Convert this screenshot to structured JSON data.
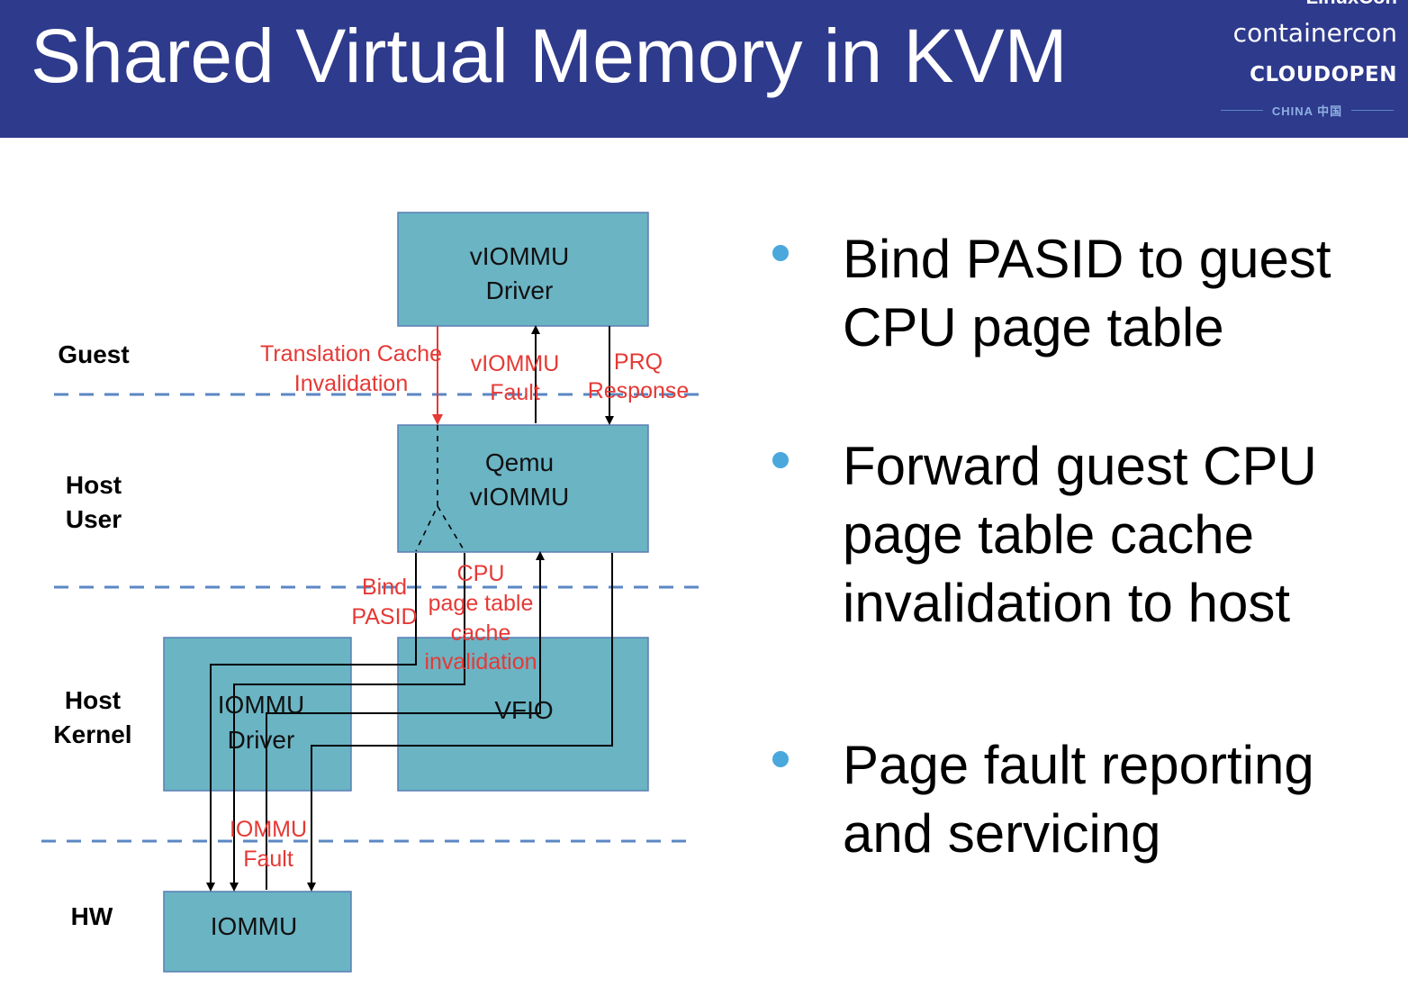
{
  "header": {
    "title": "Shared Virtual Memory in KVM",
    "logo": {
      "line_top": "LinuxCon",
      "line_1": "containercon",
      "line_2": "CLOUDOPEN",
      "line_3": "CHINA 中国"
    }
  },
  "colors": {
    "header_bg": "#2e3a8c",
    "box_fill": "#6ab4c4",
    "annotation": "#e53935",
    "divider": "#5b87c4",
    "bullet": "#4aa8dd"
  },
  "diagram": {
    "layers": {
      "guest": "Guest",
      "host_user_1": "Host",
      "host_user_2": "User",
      "host_kernel_1": "Host",
      "host_kernel_2": "Kernel",
      "hw": "HW"
    },
    "boxes": {
      "viommu_driver_1": "vIOMMU",
      "viommu_driver_2": "Driver",
      "qemu_viommu_1": "Qemu",
      "qemu_viommu_2": "vIOMMU",
      "iommu_driver_1": "IOMMU",
      "iommu_driver_2": "Driver",
      "vfio": "VFIO",
      "iommu": "IOMMU"
    },
    "annotations": {
      "tci_1": "Translation Cache",
      "tci_2": "Invalidation",
      "viommu_fault_1": "vIOMMU",
      "viommu_fault_2": "Fault",
      "prq_1": "PRQ",
      "prq_2": "Response",
      "bind_1": "Bind",
      "bind_2": "PASID",
      "cpu_1": "CPU",
      "cpu_2": "page table",
      "cpu_3": "cache",
      "cpu_4": "invalidation",
      "iommu_fault_1": "IOMMU",
      "iommu_fault_2": "Fault"
    }
  },
  "bullets": [
    {
      "lines": [
        "Bind PASID to guest",
        "CPU page table"
      ]
    },
    {
      "lines": [
        "Forward guest CPU",
        "page table cache",
        "invalidation to host"
      ]
    },
    {
      "lines": [
        "Page fault reporting",
        "and servicing"
      ]
    }
  ]
}
